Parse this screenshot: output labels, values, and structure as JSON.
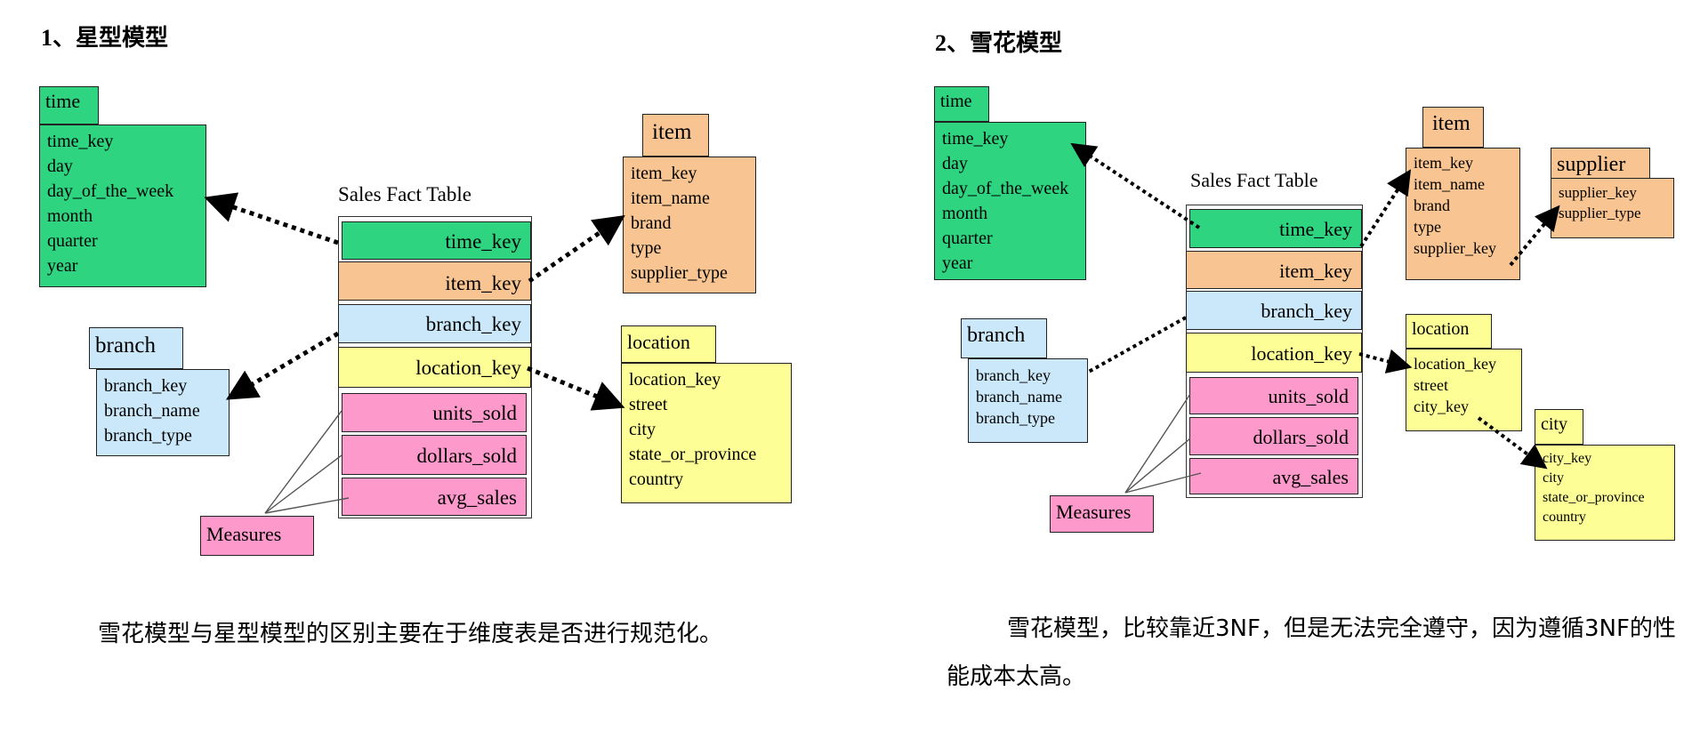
{
  "star": {
    "title": "1、星型模型",
    "fact_label": "Sales Fact Table",
    "fact_rows": [
      "time_key",
      "item_key",
      "branch_key",
      "location_key",
      "units_sold",
      "dollars_sold",
      "avg_sales"
    ],
    "time": {
      "name": "time",
      "fields": [
        "time_key",
        "day",
        "day_of_the_week",
        "month",
        "quarter",
        "year"
      ]
    },
    "item": {
      "name": "item",
      "fields": [
        "item_key",
        "item_name",
        "brand",
        "type",
        "supplier_type"
      ]
    },
    "branch": {
      "name": "branch",
      "fields": [
        "branch_key",
        "branch_name",
        "branch_type"
      ]
    },
    "location": {
      "name": "location",
      "fields": [
        "location_key",
        "street",
        "city",
        "state_or_province",
        "country"
      ]
    },
    "measures": "Measures",
    "caption": "雪花模型与星型模型的区别主要在于维度表是否进行规范化。"
  },
  "snowflake": {
    "title": "2、雪花模型",
    "fact_label": "Sales Fact Table",
    "fact_rows": [
      "time_key",
      "item_key",
      "branch_key",
      "location_key",
      "units_sold",
      "dollars_sold",
      "avg_sales"
    ],
    "time": {
      "name": "time",
      "fields": [
        "time_key",
        "day",
        "day_of_the_week",
        "month",
        "quarter",
        "year"
      ]
    },
    "item": {
      "name": "item",
      "fields": [
        "item_key",
        "item_name",
        "brand",
        "type",
        "supplier_key"
      ]
    },
    "supplier": {
      "name": "supplier",
      "fields": [
        "supplier_key",
        "supplier_type"
      ]
    },
    "branch": {
      "name": "branch",
      "fields": [
        "branch_key",
        "branch_name",
        "branch_type"
      ]
    },
    "location": {
      "name": "location",
      "fields": [
        "location_key",
        "street",
        "city_key"
      ]
    },
    "city": {
      "name": "city",
      "fields": [
        "city_key",
        "city",
        "state_or_province",
        "country"
      ]
    },
    "measures": "Measures",
    "caption": "雪花模型，比较靠近3NF，但是无法完全遵守，因为遵循3NF的性能成本太高。"
  },
  "colors": {
    "time": "#2ed47f",
    "item": "#f8c491",
    "branch": "#cbe8fa",
    "location": "#fefe96",
    "measures": "#fd99cb"
  }
}
